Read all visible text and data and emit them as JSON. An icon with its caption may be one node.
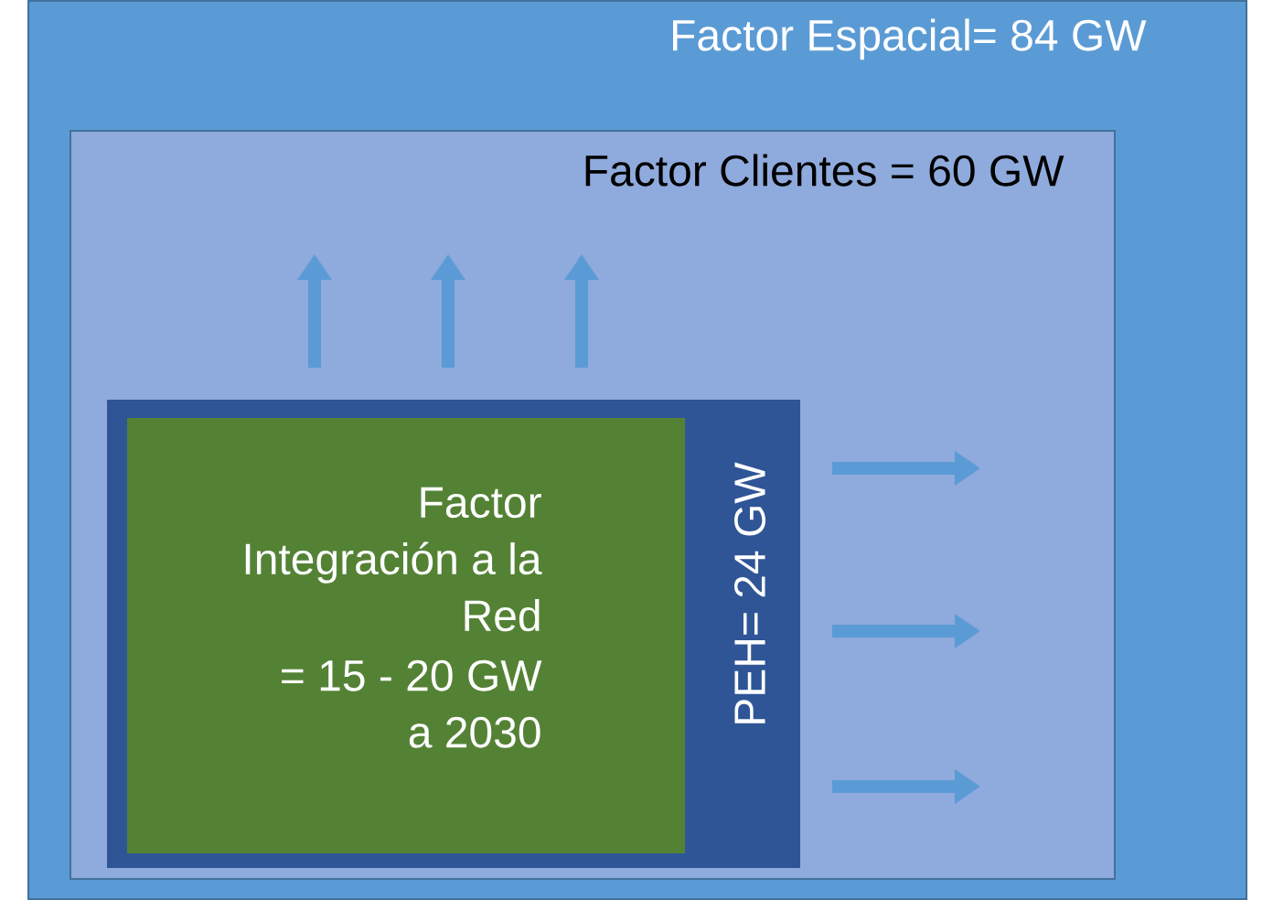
{
  "diagram": {
    "nodes": [
      {
        "text": [
          "Factor Espacial= 84 GW"
        ]
      },
      {
        "text": [
          "Factor Clientes = 60 GW"
        ],
        "in": 0
      },
      {
        "text": [
          "PEH= 24 GW"
        ],
        "in": 1
      },
      {
        "text": [
          "Factor Integración a la Red",
          "= 15 - 20 GW a 2030"
        ],
        "in": 2
      }
    ],
    "edges": []
  }
}
